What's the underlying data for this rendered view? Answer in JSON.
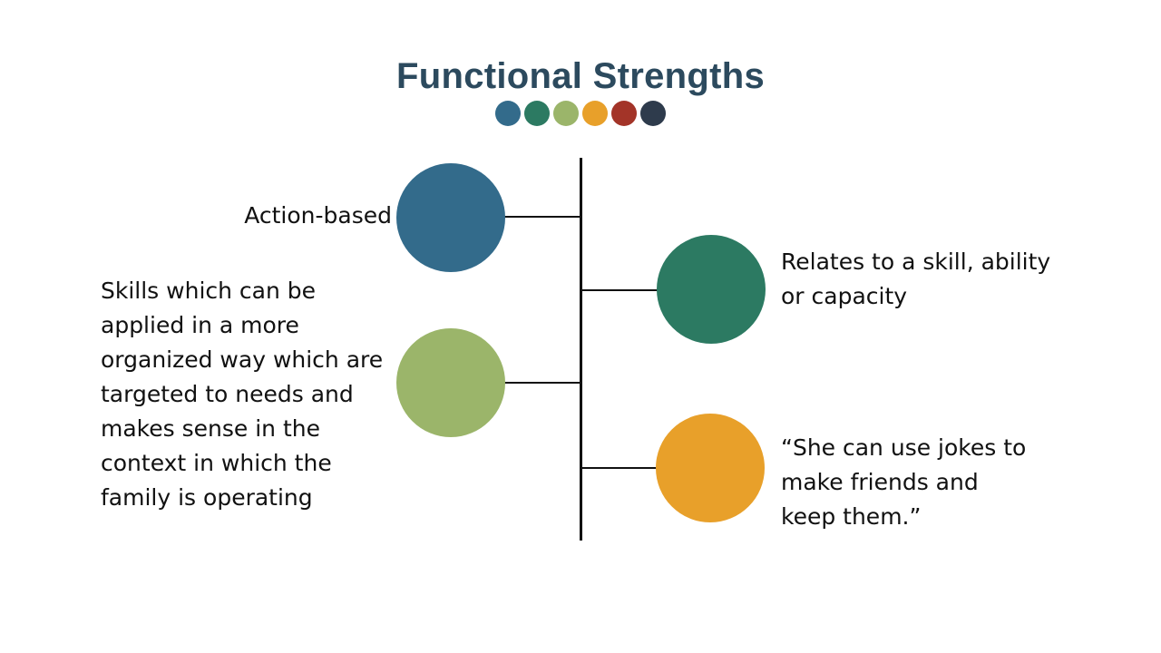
{
  "title": "Functional Strengths",
  "palette": [
    "#336b8b",
    "#2c7a62",
    "#9bb56a",
    "#e8a02a",
    "#a33428",
    "#2e3b4c"
  ],
  "items": [
    {
      "text": "Action-based",
      "color": "#336b8b"
    },
    {
      "text": "Relates to a skill, ability\nor capacity",
      "color": "#2c7a62"
    },
    {
      "text": "Skills which can be\napplied in a more\norganized way which are\ntargeted to needs and\nmakes sense in the\ncontext in which the\nfamily is operating",
      "color": "#9bb56a"
    },
    {
      "text": "“She can use jokes to\nmake friends and\nkeep them.”",
      "color": "#e8a02a"
    }
  ]
}
